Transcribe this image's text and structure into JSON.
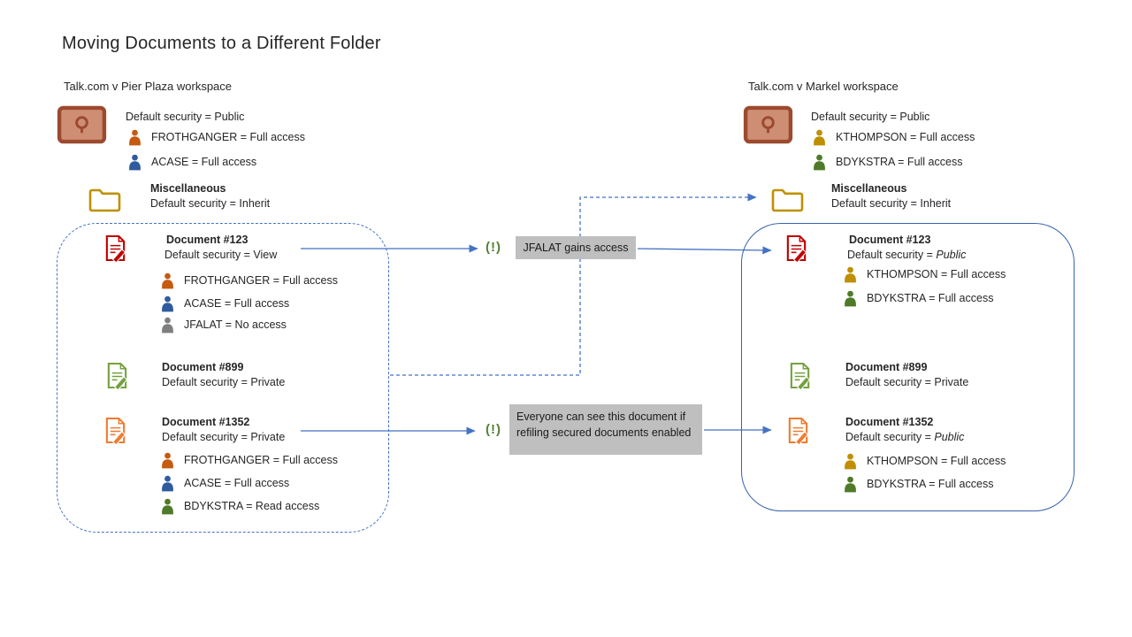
{
  "title": "Moving Documents to a Different Folder",
  "icons": {
    "alert_glyph": "(!)"
  },
  "colors": {
    "accent_blue": "#4472C4",
    "container_blue": "#3763AE",
    "note_gray": "#BFBFBF",
    "alert_green": "#538135",
    "person_orange": "#C55A11",
    "person_blue": "#2F5B9E",
    "person_gray": "#7F7F7F",
    "person_green": "#4F7A28",
    "person_gold": "#BF8F00",
    "doc_red": "#C00000",
    "doc_green": "#74A13F",
    "doc_orange": "#ED7D31",
    "workspace_fill": "#CE8E74",
    "workspace_border": "#9C4A2F",
    "folder_gold": "#BF9000"
  },
  "left": {
    "label": "Talk.com v Pier Plaza workspace",
    "security": "Default security = Public",
    "members": [
      {
        "label": "FROTHGANGER = Full access",
        "color": "orange"
      },
      {
        "label": "ACASE = Full access",
        "color": "blue"
      }
    ],
    "folder": {
      "name": "Miscellaneous",
      "security": "Default security = Inherit"
    },
    "docs": [
      {
        "title": "Document #123",
        "security": "Default security = View",
        "icon_color": "red",
        "members": [
          {
            "label": "FROTHGANGER = Full access",
            "color": "orange"
          },
          {
            "label": "ACASE = Full access",
            "color": "blue"
          },
          {
            "label": "JFALAT = No access",
            "color": "gray"
          }
        ]
      },
      {
        "title": "Document #899",
        "security": "Default security = Private",
        "icon_color": "green",
        "members": []
      },
      {
        "title": "Document #1352",
        "security": "Default security = Private",
        "icon_color": "orange",
        "members": [
          {
            "label": "FROTHGANGER = Full access",
            "color": "orange"
          },
          {
            "label": "ACASE = Full access",
            "color": "blue"
          },
          {
            "label": "BDYKSTRA = Read access",
            "color": "green"
          }
        ]
      }
    ]
  },
  "right": {
    "label": "Talk.com v Markel workspace",
    "security": "Default security = Public",
    "members": [
      {
        "label": "KTHOMPSON = Full access",
        "color": "gold"
      },
      {
        "label": "BDYKSTRA = Full access",
        "color": "green"
      }
    ],
    "folder": {
      "name": "Miscellaneous",
      "security": "Default security = Inherit"
    },
    "docs": [
      {
        "title": "Document #123",
        "security_prefix": "Default security = ",
        "security_value": "Public",
        "icon_color": "red",
        "members": [
          {
            "label": "KTHOMPSON = Full access",
            "color": "gold"
          },
          {
            "label": "BDYKSTRA = Full access",
            "color": "green"
          }
        ]
      },
      {
        "title": "Document #899",
        "security": "Default security = Private",
        "icon_color": "green",
        "members": []
      },
      {
        "title": "Document #1352",
        "security_prefix": "Default security = ",
        "security_value": "Public",
        "icon_color": "orange",
        "members": [
          {
            "label": "KTHOMPSON = Full access",
            "color": "gold"
          },
          {
            "label": "BDYKSTRA = Full access",
            "color": "green"
          }
        ]
      }
    ]
  },
  "annotations": {
    "gains_access": "JFALAT gains access",
    "everyone_note": "Everyone can see this document if refiling secured documents enabled"
  }
}
